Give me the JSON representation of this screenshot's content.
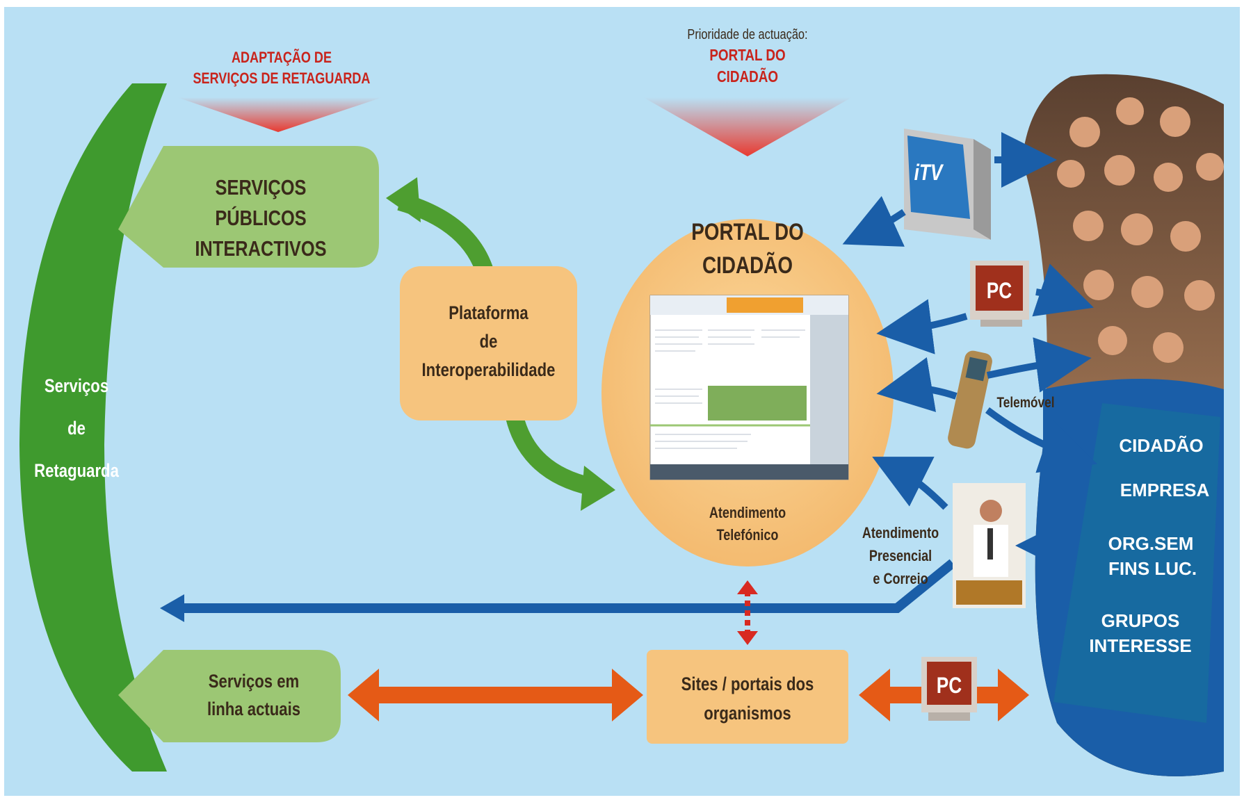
{
  "colors": {
    "background": "#b9e0f4",
    "green_dark": "#3f9a2e",
    "green_light": "#9cc774",
    "orange_box": "#f6c47e",
    "portal_circle": "#f7c57f",
    "blue": "#1a5ea8",
    "red_title": "#c8241c",
    "orange_arrow": "#e55a16"
  },
  "header_left": {
    "line1": "ADAPTAÇÃO DE",
    "line2": "SERVIÇOS DE RETAGUARDA"
  },
  "header_center": {
    "caption": "Prioridade de actuação:",
    "line1": "PORTAL DO",
    "line2": "CIDADÃO"
  },
  "left_band": {
    "line1": "Serviços",
    "line2": "de",
    "line3": "Retaguarda"
  },
  "services_interactive": {
    "line1": "SERVIÇOS PÚBLICOS",
    "line2": "INTERACTIVOS"
  },
  "platform": {
    "line1": "Plataforma",
    "line2": "de",
    "line3": "Interoperabilidade"
  },
  "portal": {
    "line1": "PORTAL DO",
    "line2": "CIDADÃO",
    "phone_line1": "Atendimento",
    "phone_line2": "Telefónico"
  },
  "channels": {
    "itv": "iTV",
    "pc_top": "PC",
    "mobile": "Telemóvel",
    "presencial_line1": "Atendimento",
    "presencial_line2": "Presencial",
    "presencial_line3": "e Correio",
    "pc_bottom": "PC"
  },
  "online_services": {
    "line1": "Serviços em",
    "line2": "linha actuais"
  },
  "sites": {
    "line1": "Sites / portais dos",
    "line2": "organismos"
  },
  "audience": {
    "items": [
      "CIDADÃO",
      "EMPRESA",
      "ORG.SEM",
      "FINS LUC.",
      "GRUPOS",
      "INTERESSE"
    ]
  }
}
